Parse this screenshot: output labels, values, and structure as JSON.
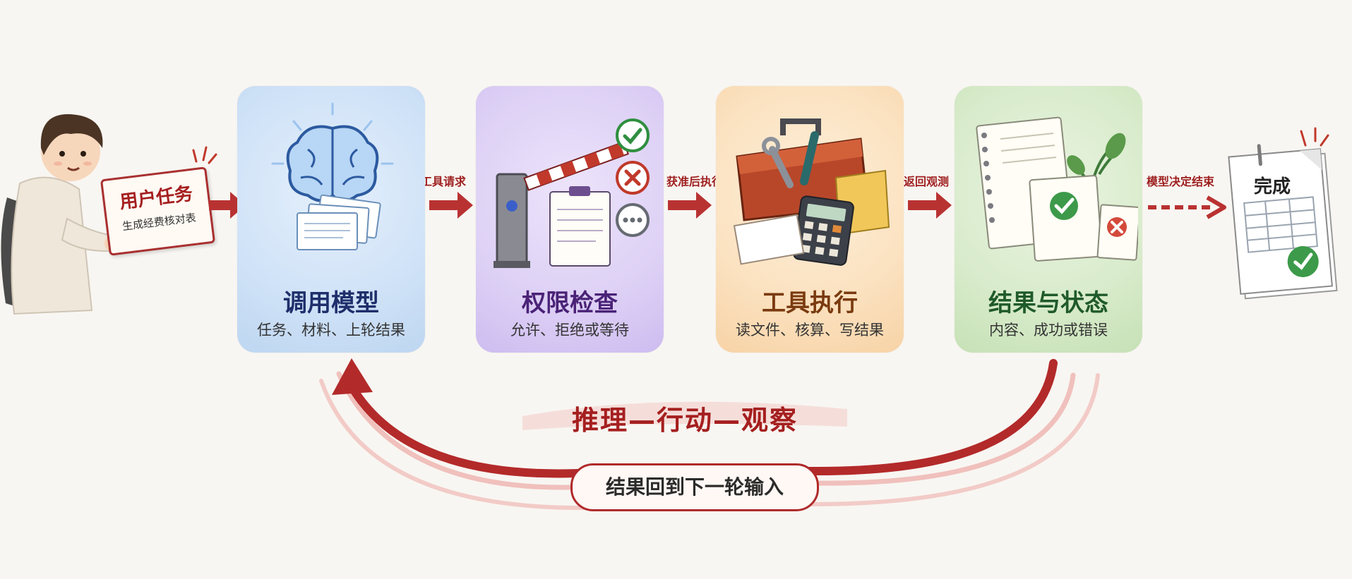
{
  "user_task": {
    "title": "用户任务",
    "subtitle": "生成经费核对表"
  },
  "steps": [
    {
      "title": "调用模型",
      "subtitle": "任务、材料、上轮结果",
      "color": "#1e2f6b"
    },
    {
      "title": "权限检查",
      "subtitle": "允许、拒绝或等待",
      "color": "#4a2277"
    },
    {
      "title": "工具执行",
      "subtitle": "读文件、核算、写结果",
      "color": "#7a3a0f"
    },
    {
      "title": "结果与状态",
      "subtitle": "内容、成功或错误",
      "color": "#1f5a2a"
    }
  ],
  "arrow_labels": [
    "工具请求",
    "获准后执行",
    "返回观测",
    "模型决定结束"
  ],
  "done": "完成",
  "loop": {
    "title": "推理—行动—观察",
    "pill": "结果回到下一轮输入"
  },
  "colors": {
    "accent": "#b02a2a",
    "background": "#f8f6f2"
  }
}
